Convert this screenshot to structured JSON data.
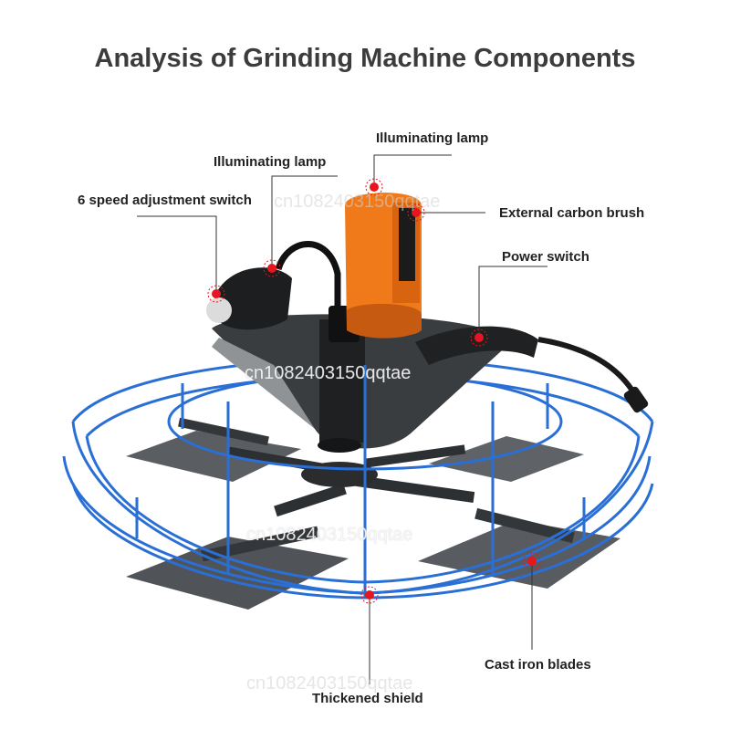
{
  "title": "Analysis of Grinding Machine Components",
  "labels": {
    "lamp_top": "Illuminating lamp",
    "lamp_left": "Illuminating lamp",
    "speed_switch": "6 speed adjustment switch",
    "carbon_brush": "External carbon brush",
    "power_switch": "Power switch",
    "blades": "Cast iron blades",
    "shield": "Thickened shield"
  },
  "watermark": "cn1082403150qqtae",
  "colors": {
    "cage": "#2a6fd6",
    "motor": "#f07a1a",
    "marker": "#e8141e",
    "blade": "#55595d",
    "body": "#2a2c2e"
  }
}
